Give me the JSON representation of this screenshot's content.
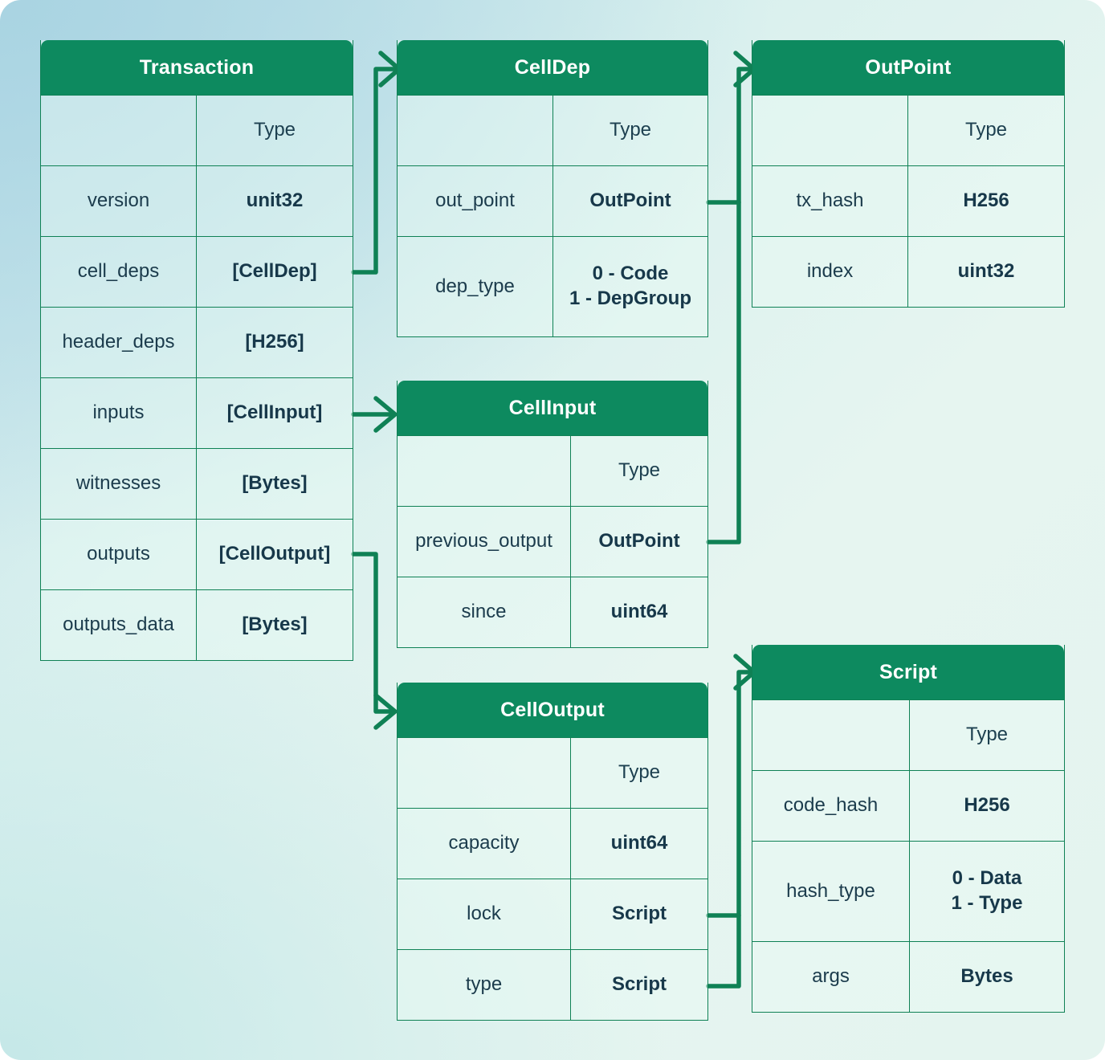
{
  "theme": {
    "header_green": "#0d8a5f",
    "border_green": "#0f8155",
    "connector_green": "#0f8155",
    "text_dark": "#1d3c4a",
    "bg_top_left": "#a9d4e2",
    "bg_bottom_left": "#c5e8e8",
    "bg_right": "#e4f4ef"
  },
  "type_header_label": "Type",
  "entities": {
    "transaction": {
      "title": "Transaction",
      "header_name": "",
      "header_type": "Type",
      "fields": [
        {
          "name": "version",
          "type": "unit32"
        },
        {
          "name": "cell_deps",
          "type": "[CellDep]"
        },
        {
          "name": "header_deps",
          "type": "[H256]"
        },
        {
          "name": "inputs",
          "type": "[CellInput]"
        },
        {
          "name": "witnesses",
          "type": "[Bytes]"
        },
        {
          "name": "outputs",
          "type": "[CellOutput]"
        },
        {
          "name": "outputs_data",
          "type": "[Bytes]"
        }
      ]
    },
    "celldep": {
      "title": "CellDep",
      "header_name": "",
      "header_type": "Type",
      "fields": [
        {
          "name": "out_point",
          "type": "OutPoint"
        },
        {
          "name": "dep_type",
          "type": "0 - Code\n1 - DepGroup",
          "type_lines": [
            "0 - Code",
            "1 - DepGroup"
          ]
        }
      ]
    },
    "outpoint": {
      "title": "OutPoint",
      "header_name": "",
      "header_type": "Type",
      "fields": [
        {
          "name": "tx_hash",
          "type": "H256"
        },
        {
          "name": "index",
          "type": "uint32"
        }
      ]
    },
    "cellinput": {
      "title": "CellInput",
      "header_name": "",
      "header_type": "Type",
      "fields": [
        {
          "name": "previous_output",
          "type": "OutPoint"
        },
        {
          "name": "since",
          "type": "uint64"
        }
      ]
    },
    "celloutput": {
      "title": "CellOutput",
      "header_name": "",
      "header_type": "Type",
      "fields": [
        {
          "name": "capacity",
          "type": "uint64"
        },
        {
          "name": "lock",
          "type": "Script"
        },
        {
          "name": "type",
          "type": "Script"
        }
      ]
    },
    "script": {
      "title": "Script",
      "header_name": "",
      "header_type": "Type",
      "fields": [
        {
          "name": "code_hash",
          "type": "H256"
        },
        {
          "name": "hash_type",
          "type": "0 - Data\n1 - Type",
          "type_lines": [
            "0 - Data",
            "1 - Type"
          ]
        },
        {
          "name": "args",
          "type": "Bytes"
        }
      ]
    }
  },
  "connections": [
    {
      "from": "transaction.cell_deps",
      "to": "celldep",
      "label": ""
    },
    {
      "from": "transaction.inputs",
      "to": "cellinput",
      "label": ""
    },
    {
      "from": "transaction.outputs",
      "to": "celloutput",
      "label": ""
    },
    {
      "from": "celldep.out_point",
      "to": "outpoint",
      "label": ""
    },
    {
      "from": "cellinput.previous_output",
      "to": "outpoint",
      "label": ""
    },
    {
      "from": "celloutput.lock",
      "to": "script",
      "label": ""
    },
    {
      "from": "celloutput.type",
      "to": "script",
      "label": ""
    }
  ]
}
